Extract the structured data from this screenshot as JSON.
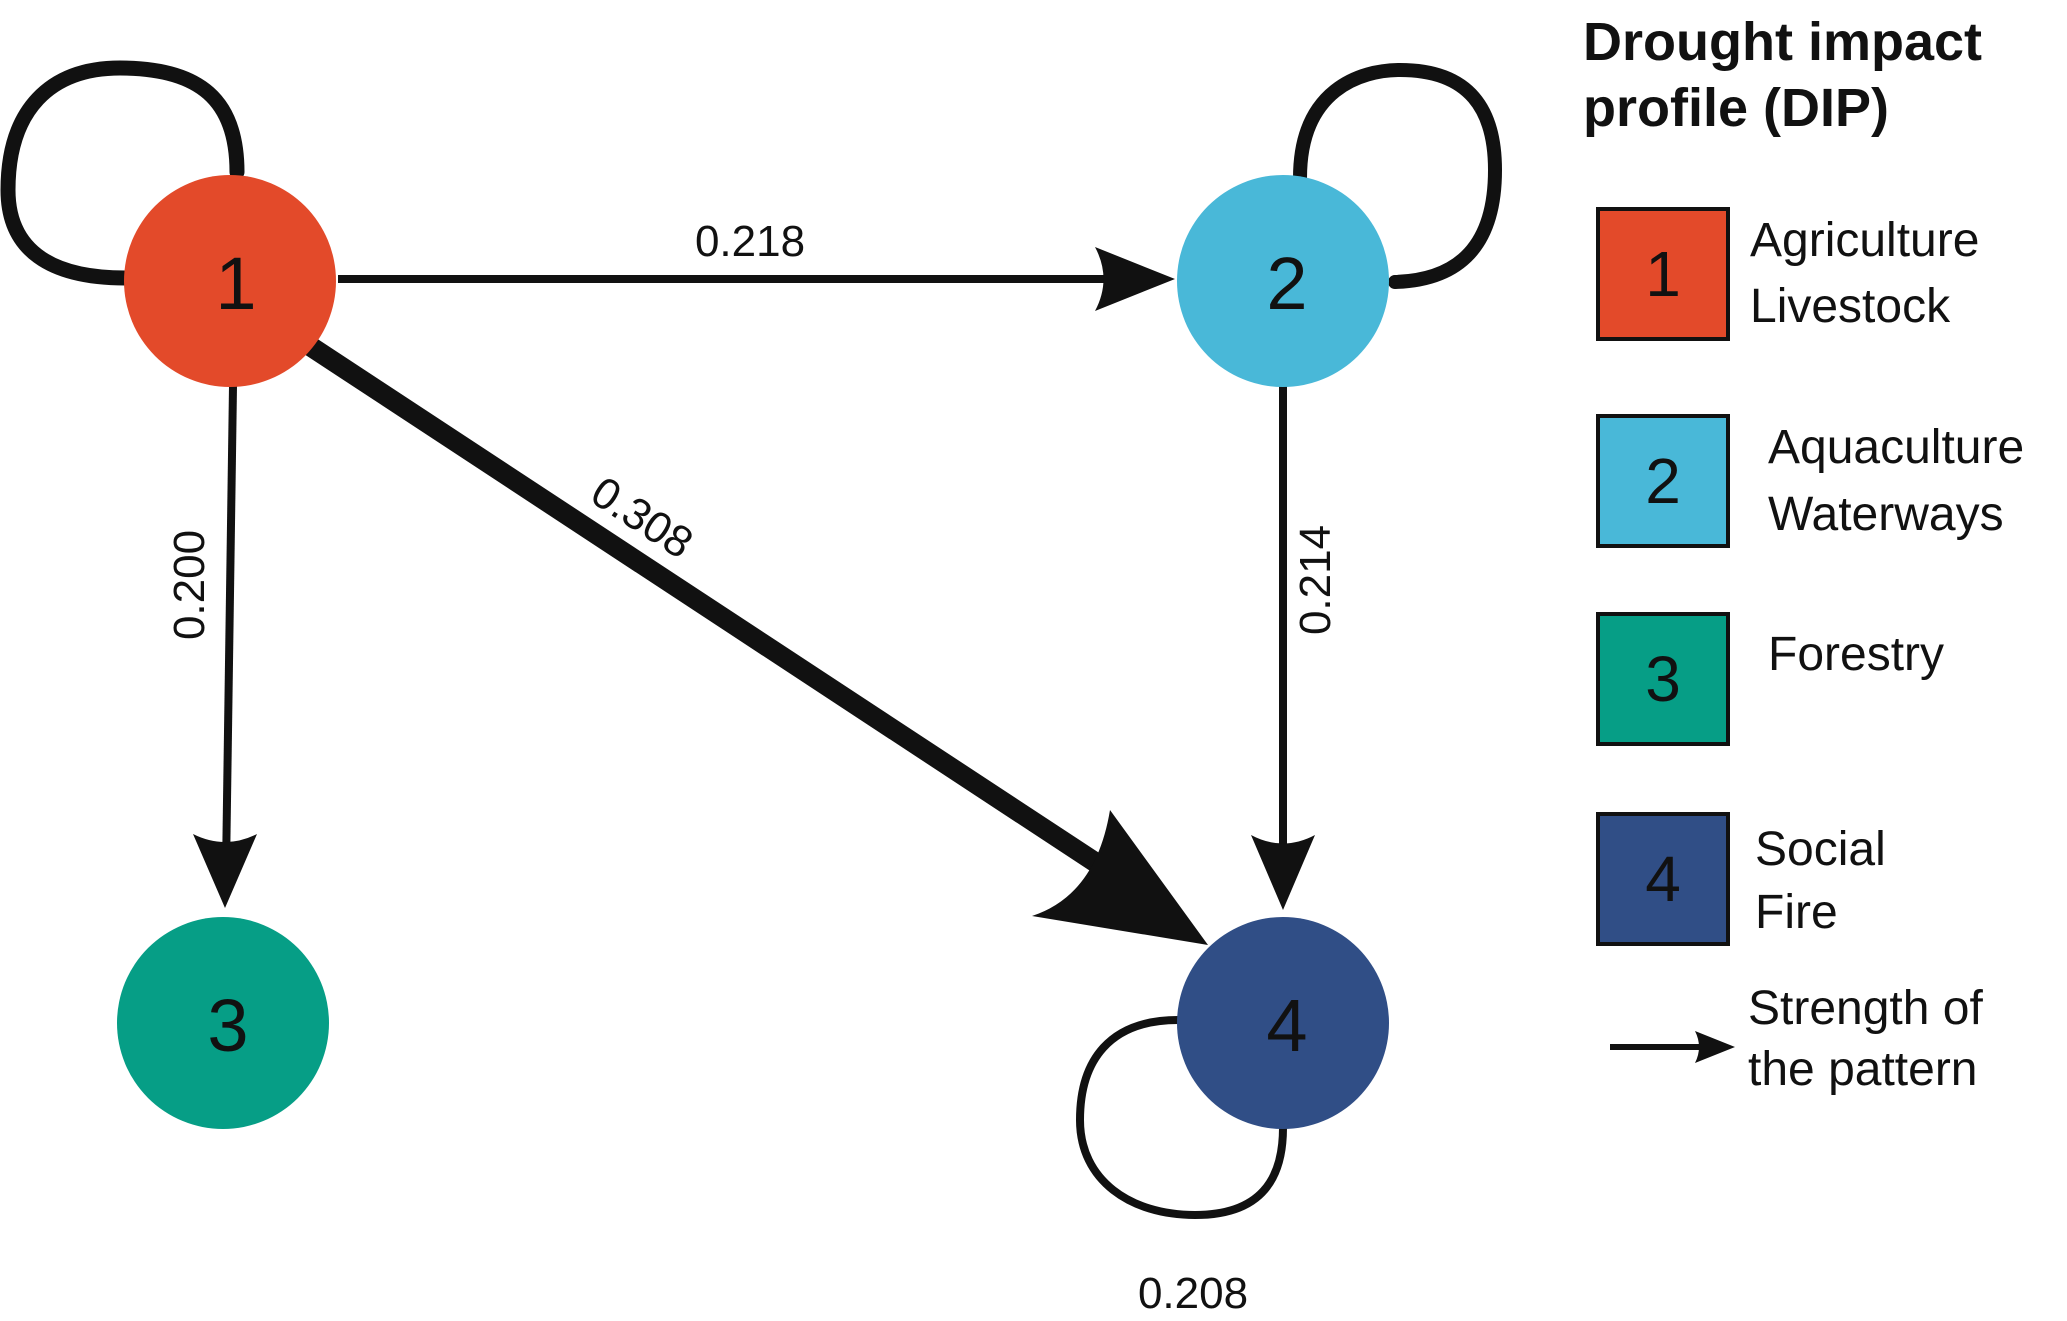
{
  "legend": {
    "title_line1": "Drought impact",
    "title_line2": "profile (DIP)",
    "items": [
      {
        "num": "1",
        "line1": "Agriculture",
        "line2": "Livestock",
        "color": "#e34a2a"
      },
      {
        "num": "2",
        "line1": "Aquaculture",
        "line2": "Waterways",
        "color": "#49b8d8"
      },
      {
        "num": "3",
        "line1": "Forestry",
        "line2": "",
        "color": "#069e86"
      },
      {
        "num": "4",
        "line1": "Social",
        "line2": "Fire",
        "color": "#304e86"
      }
    ],
    "arrow_label_line1": "Strength of",
    "arrow_label_line2": "the pattern"
  },
  "nodes": [
    {
      "id": "1",
      "label": "1",
      "color": "#e34a2a"
    },
    {
      "id": "2",
      "label": "2",
      "color": "#49b8d8"
    },
    {
      "id": "3",
      "label": "3",
      "color": "#069e86"
    },
    {
      "id": "4",
      "label": "4",
      "color": "#304e86"
    }
  ],
  "edges": [
    {
      "from": "1",
      "to": "2",
      "weight": "0.218"
    },
    {
      "from": "1",
      "to": "3",
      "weight": "0.200"
    },
    {
      "from": "1",
      "to": "4",
      "weight": "0.308"
    },
    {
      "from": "2",
      "to": "4",
      "weight": "0.214"
    },
    {
      "from": "4",
      "to": "4",
      "weight": "0.208"
    }
  ]
}
